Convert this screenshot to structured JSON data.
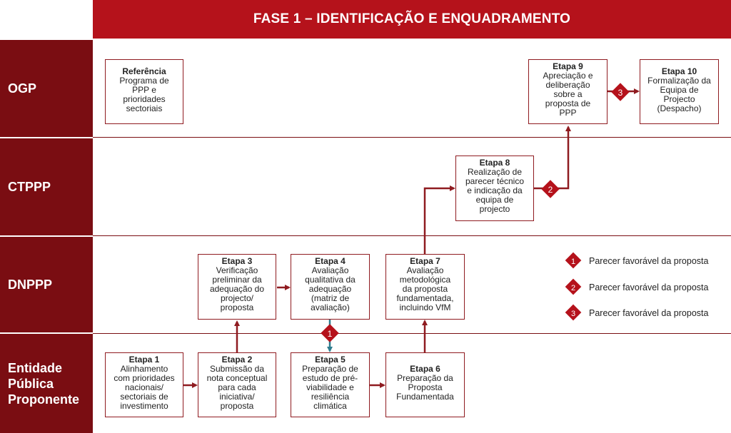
{
  "header": {
    "title": "FASE 1 – IDENTIFICAÇÃO E ENQUADRAMENTO"
  },
  "lanes": [
    "OGP",
    "CTPPP",
    "DNPPP",
    "Entidade Pública Proponente"
  ],
  "boxes": {
    "ref": {
      "title": "Referência",
      "desc": "Programa de\nPPP e\nprioridades\nsectoriais"
    },
    "e1": {
      "title": "Etapa 1",
      "desc": "Alinhamento\ncom prioridades\nnacionais/\nsectoriais de\ninvestimento"
    },
    "e2": {
      "title": "Etapa 2",
      "desc": "Submissão da\nnota conceptual\npara cada\niniciativa/\nproposta"
    },
    "e3": {
      "title": "Etapa 3",
      "desc": "Verificação\npreliminar da\nadequação do\nprojecto/\nproposta"
    },
    "e4": {
      "title": "Etapa 4",
      "desc": "Avaliação\nqualitativa da\nadequação\n(matriz de\navaliação)"
    },
    "e5": {
      "title": "Etapa 5",
      "desc": "Preparação de\nestudo de pré-\nviabilidade e\nresiliência\nclimática"
    },
    "e6": {
      "title": "Etapa 6",
      "desc": "Preparação da\nProposta\nFundamentada"
    },
    "e7": {
      "title": "Etapa 7",
      "desc": "Avaliação\nmetodológica\nda proposta\nfundamentada,\nincluindo VfM"
    },
    "e8": {
      "title": "Etapa 8",
      "desc": "Realização de\nparecer técnico\ne indicação da\nequipa de\nprojecto"
    },
    "e9": {
      "title": "Etapa 9",
      "desc": "Apreciação e\ndeliberação\nsobre a\nproposta de\nPPP"
    },
    "e10": {
      "title": "Etapa 10",
      "desc": "Formalização da\nEquipa de\nProjecto\n(Despacho)"
    }
  },
  "markers": {
    "m1": "1",
    "m2": "2",
    "m3": "3"
  },
  "legend": [
    {
      "num": "1",
      "text": "Parecer favorável da proposta"
    },
    {
      "num": "2",
      "text": "Parecer favorável da proposta"
    },
    {
      "num": "3",
      "text": "Parecer favorável da proposta"
    }
  ],
  "colors": {
    "header": "#b5121b",
    "lane": "#7a0d12",
    "arrow": "#8f1b20",
    "diamond": "#b5121b",
    "teal_arrow": "#2e7d8f"
  }
}
